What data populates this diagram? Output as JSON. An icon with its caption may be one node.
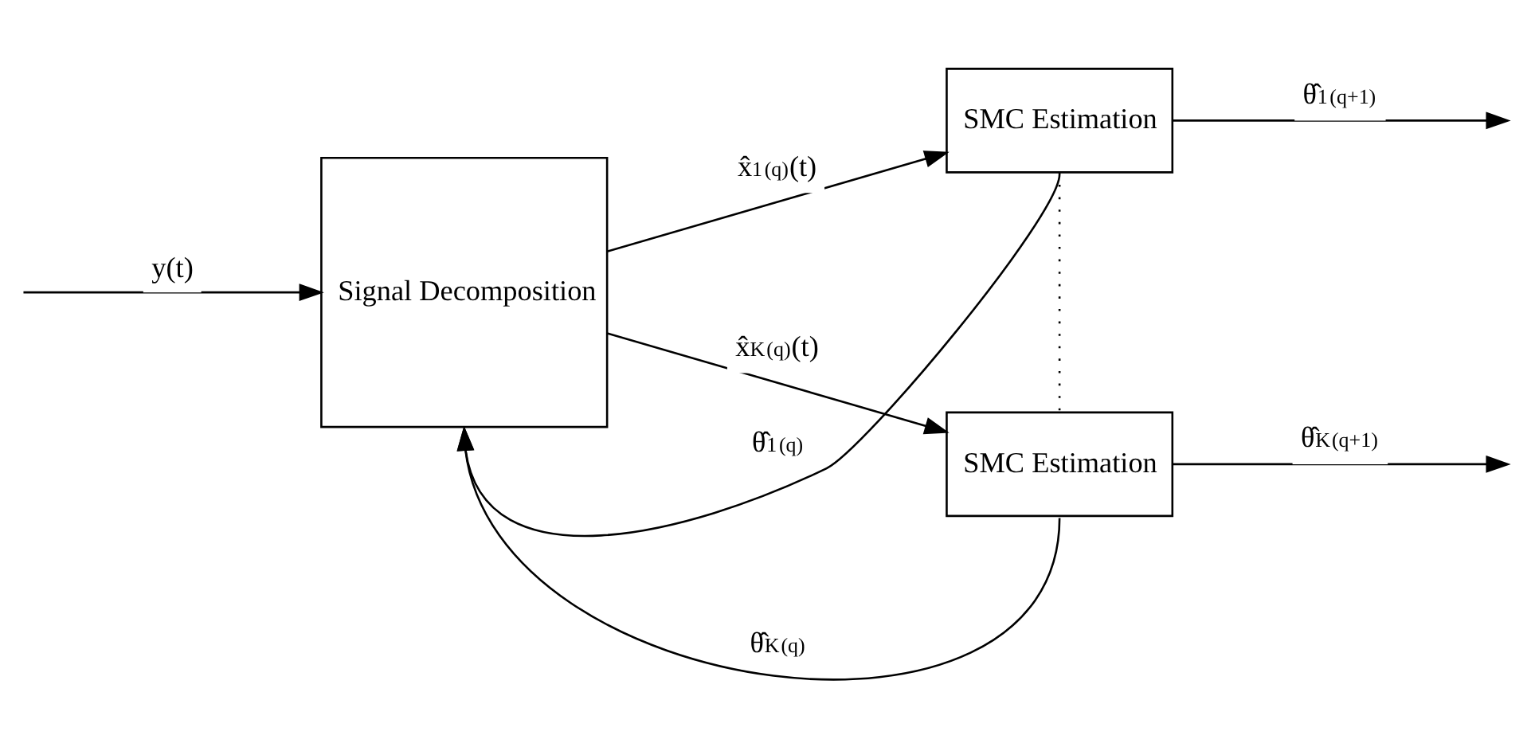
{
  "diagram": {
    "nodes": [
      {
        "text": [
          "Signal Decomposition"
        ]
      },
      {
        "text": [
          "SMC Estimation"
        ]
      },
      {
        "text": [
          "SMC Estimation"
        ]
      }
    ],
    "edges": [
      {
        "from": null,
        "to": 0,
        "arrow": "to",
        "label": "y(t)"
      },
      {
        "from": 0,
        "to": 1,
        "arrow": "to",
        "label": "x̂$_{1}$$^{(q)}$(t)"
      },
      {
        "from": 0,
        "to": 2,
        "arrow": "to",
        "label": "x̂$_{K}$$^{(q)}$(t)"
      },
      {
        "from": 1,
        "to": null,
        "arrow": "to",
        "label": "θ̂$_{1}$$^{(q+1)}$"
      },
      {
        "from": 2,
        "to": null,
        "arrow": "to",
        "label": "θ̂$_{K}$$^{(q+1)}$"
      },
      {
        "from": 1,
        "to": 0,
        "arrow": "to",
        "label": "θ̂$_{1}$$^{(q)}$"
      },
      {
        "from": 2,
        "to": 0,
        "arrow": "to",
        "label": "θ̂$_{K}$$^{(q)}$"
      },
      {
        "from": 1,
        "to": 2,
        "arrow": "none",
        "style": "dashed"
      }
    ]
  }
}
